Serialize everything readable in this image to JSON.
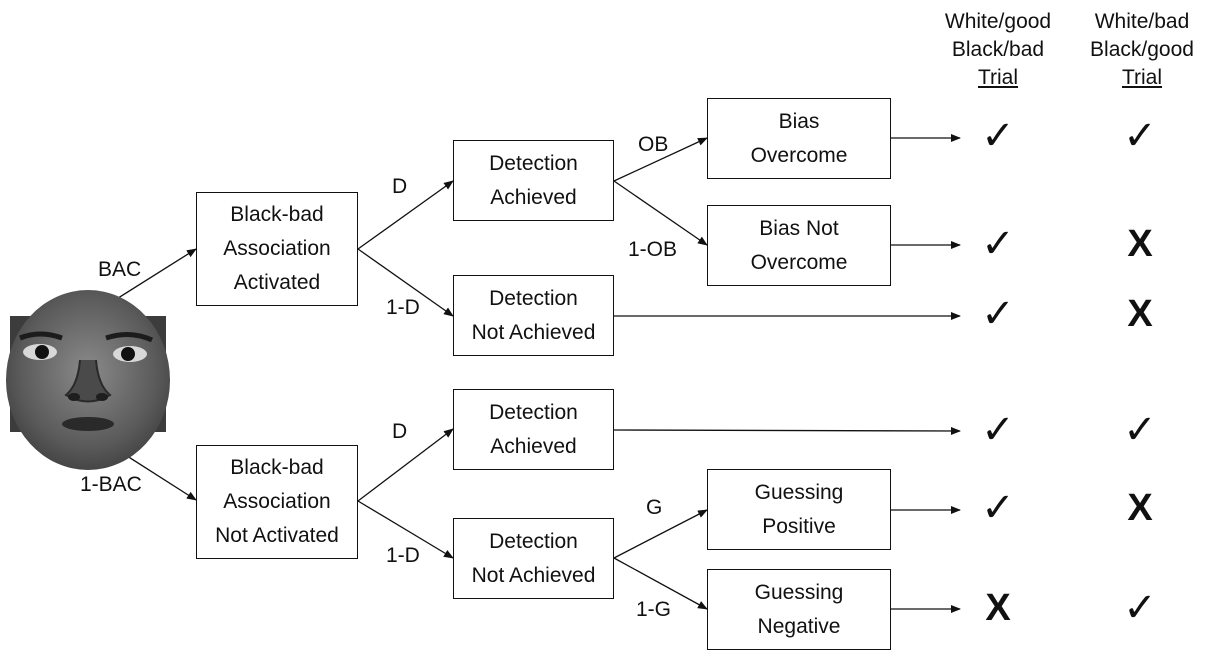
{
  "headers": {
    "col1": {
      "line1": "White/good",
      "line2": "Black/bad",
      "line3": "Trial"
    },
    "col2": {
      "line1": "White/bad",
      "line2": "Black/good",
      "line3": "Trial"
    }
  },
  "nodes": {
    "bad_activated": "Black-bad\nAssociation\nActivated",
    "bad_not_activated": "Black-bad\nAssociation\nNot Activated",
    "det_ach_top": "Detection\nAchieved",
    "det_not_top": "Detection\nNot Achieved",
    "det_ach_bot": "Detection\nAchieved",
    "det_not_bot": "Detection\nNot Achieved",
    "bias_overcome": "Bias\nOvercome",
    "bias_not_overcome": "Bias Not\nOvercome",
    "guess_pos": "Guessing\nPositive",
    "guess_neg": "Guessing\nNegative"
  },
  "edge_labels": {
    "bac": "BAC",
    "one_minus_bac": "1-BAC",
    "d_top": "D",
    "one_minus_d_top": "1-D",
    "d_bot": "D",
    "one_minus_d_bot": "1-D",
    "ob": "OB",
    "one_minus_ob": "1-OB",
    "g": "G",
    "one_minus_g": "1-G"
  },
  "outcomes": [
    {
      "col1": "✓",
      "col2": "✓"
    },
    {
      "col1": "✓",
      "col2": "X"
    },
    {
      "col1": "✓",
      "col2": "X"
    },
    {
      "col1": "✓",
      "col2": "✓"
    },
    {
      "col1": "✓",
      "col2": "X"
    },
    {
      "col1": "X",
      "col2": "✓"
    }
  ],
  "image": {
    "name": "face-photo",
    "description_icon": "face-image"
  }
}
